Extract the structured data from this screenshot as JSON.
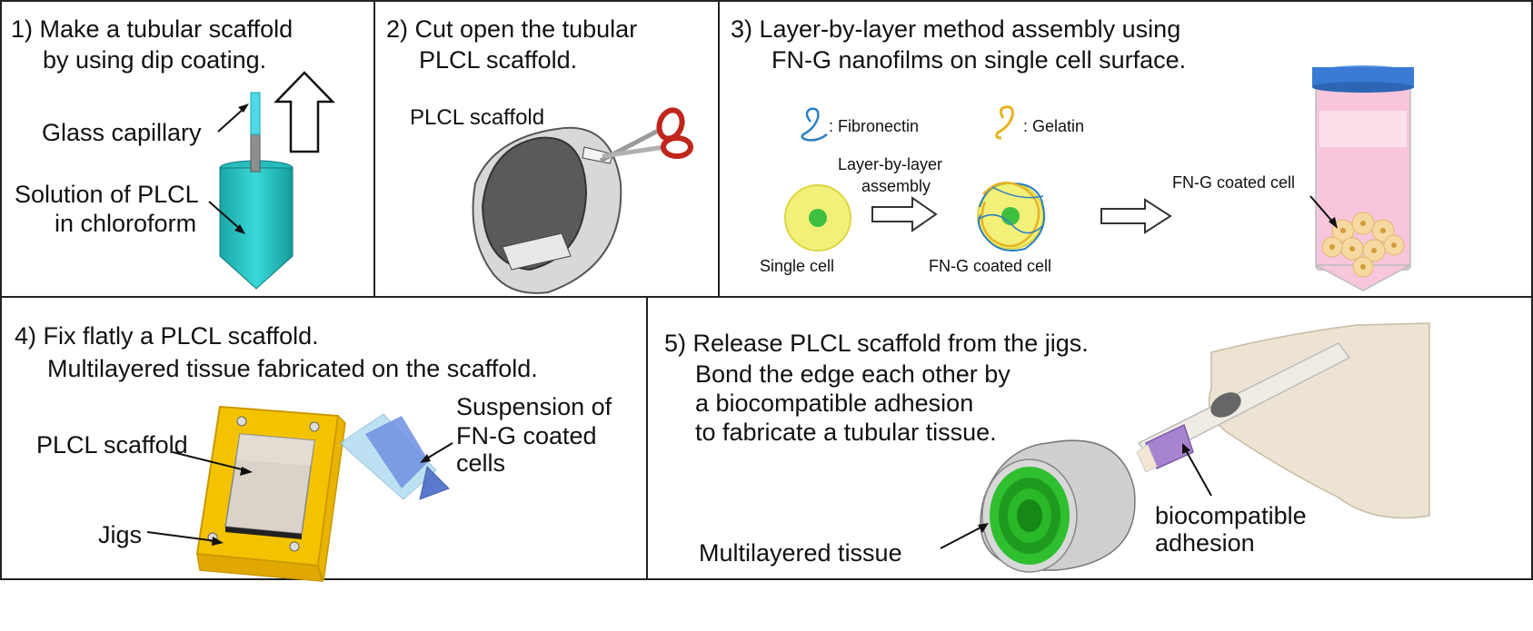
{
  "panels": {
    "p1": {
      "title_line1": "1) Make a tubular scaffold",
      "title_line2": "by using dip coating.",
      "label_capillary": "Glass capillary",
      "label_solution_line1": "Solution of PLCL",
      "label_solution_line2": "in chloroform"
    },
    "p2": {
      "title_line1": "2) Cut open the tubular",
      "title_line2": "PLCL scaffold.",
      "label_scaffold": "PLCL  scaffold"
    },
    "p3": {
      "title_line1": "3)  Layer-by-layer  method  assembly  using",
      "title_line2": "FN-G nanofilms on single cell surface.",
      "legend_fibronectin": ": Fibronectin",
      "legend_gelatin": ": Gelatin",
      "label_lbl_line1": "Layer-by-layer",
      "label_lbl_line2": "assembly",
      "label_single_cell": "Single cell",
      "label_coated_cell": "FN-G coated cell",
      "label_coated_cell_tube": "FN-G coated cell"
    },
    "p4": {
      "title_line1": "4) Fix flatly a PLCL scaffold.",
      "title_line2": "Multilayered tissue fabricated on the scaffold.",
      "label_scaffold": "PLCL scaffold",
      "label_jigs": "Jigs",
      "label_suspension_line1": "Suspension of",
      "label_suspension_line2": "FN-G coated",
      "label_suspension_line3": "cells"
    },
    "p5": {
      "title_line1": "5) Release PLCL scaffold from the jigs.",
      "title_line2": "Bond the edge each other by",
      "title_line3": "a biocompatible adhesion",
      "title_line4": "to fabricate a tubular tissue.",
      "label_tissue": "Multilayered    tissue",
      "label_adhesion_line1": "biocompatible",
      "label_adhesion_line2": "adhesion"
    }
  },
  "colors": {
    "border": "#222222",
    "cyan_solution": "#2fc6c6",
    "scaffold_gray": "#8a8a8a",
    "cell_yellow": "#f2ef6a",
    "cell_nucleus": "#3fbf3f",
    "fibronectin_blue": "#2c7fc0",
    "gelatin_yellow": "#e6b422",
    "tube_pink": "#f7c6dc",
    "tube_cap": "#3a7bd5",
    "jig_yellow": "#f2c200",
    "tissue_green": "#2fc02f",
    "pen_purple": "#9b7cc4"
  }
}
